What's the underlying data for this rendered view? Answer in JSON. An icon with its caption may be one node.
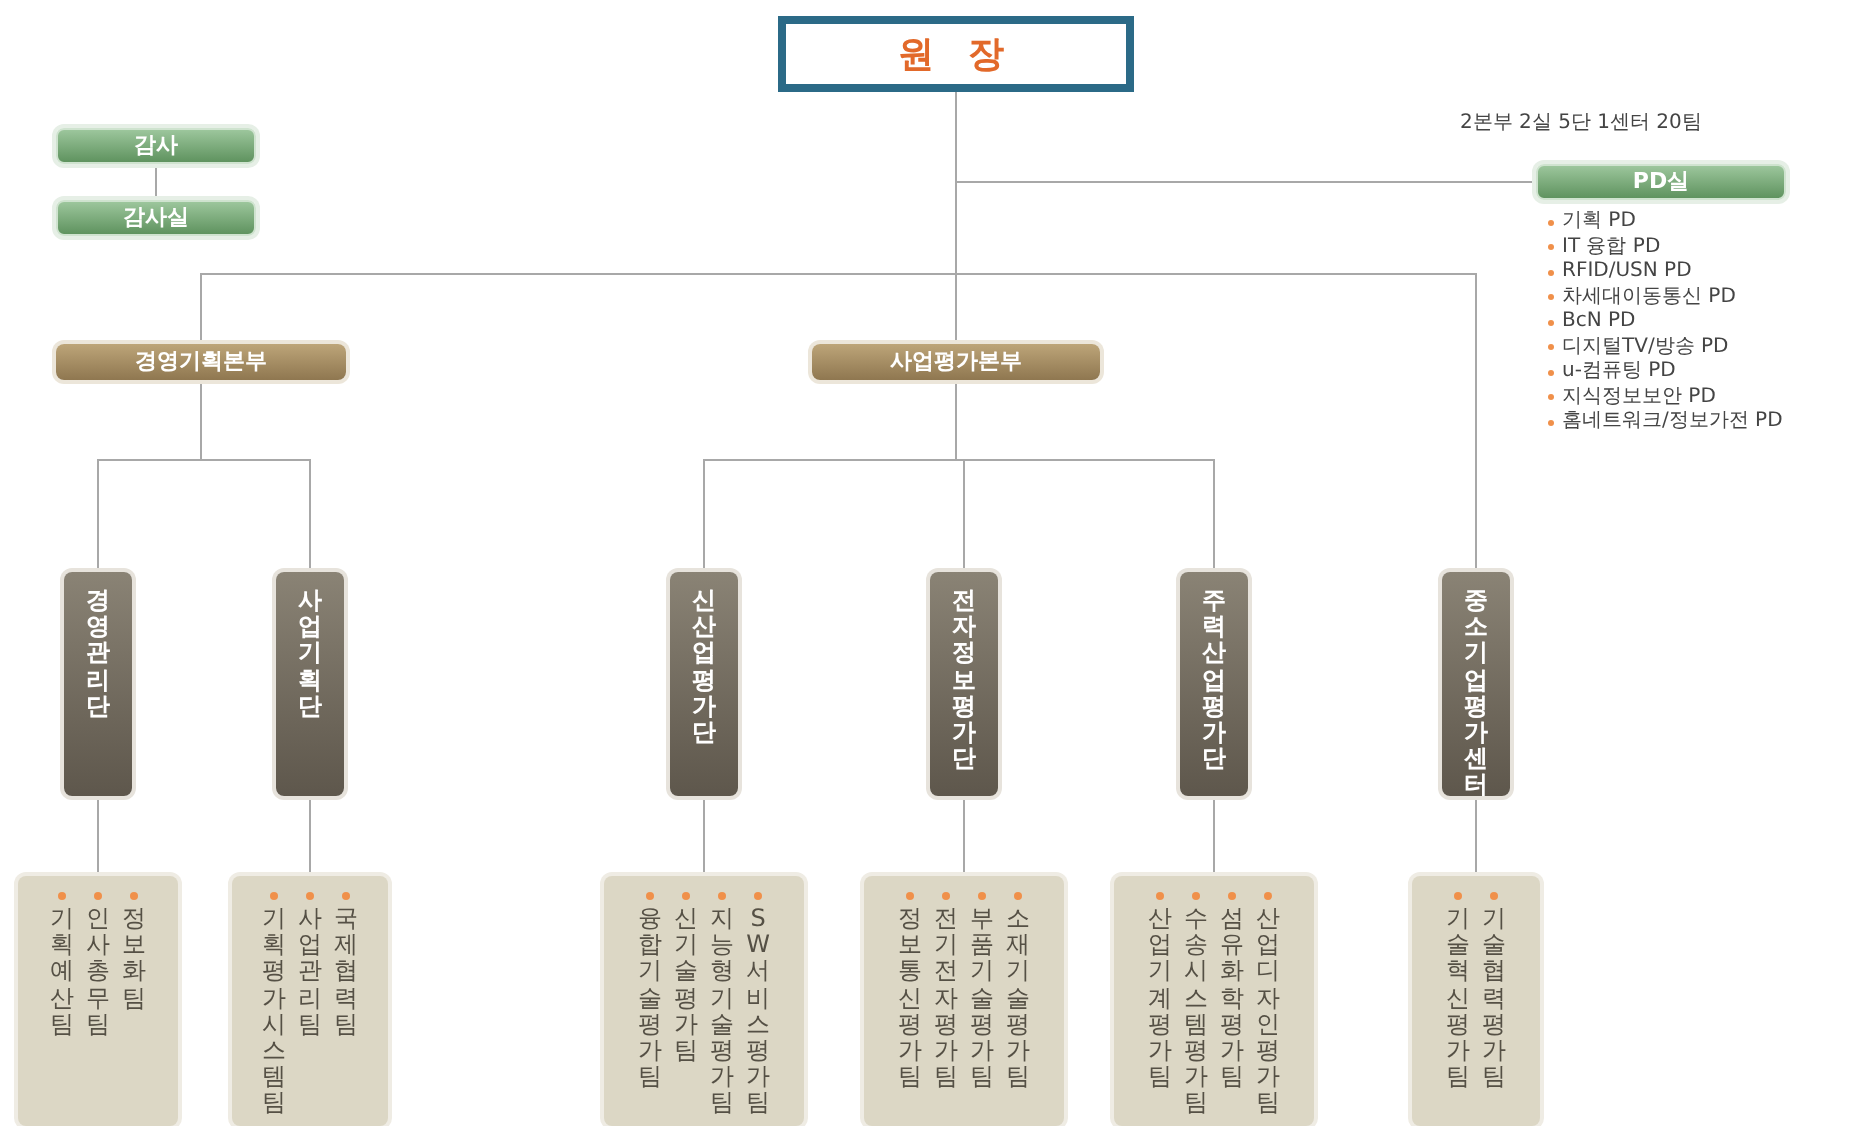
{
  "diagram": {
    "nodes": [
      {
        "text": [
          "원 장"
        ]
      },
      {
        "text": [
          "감사"
        ]
      },
      {
        "text": [
          "감사실"
        ]
      },
      {
        "text": [
          "PD실"
        ],
        "beside": [
          "기획 PD",
          "IT 융합 PD",
          "RFID/USN PD",
          "차세대이동통신 PD",
          "BcN PD",
          "디지털TV/방송 PD",
          "u-컴퓨팅 PD",
          "지식정보보안 PD",
          "홈네트워크/정보가전 PD"
        ]
      },
      {
        "text": [
          "경영기획본부"
        ]
      },
      {
        "text": [
          "사업평가본부"
        ]
      },
      {
        "text": [
          "경영관리단"
        ]
      },
      {
        "text": [
          "사업기획단"
        ]
      },
      {
        "text": [
          "신산업평가단"
        ]
      },
      {
        "text": [
          "전자정보평가단"
        ]
      },
      {
        "text": [
          "주력산업평가단"
        ]
      },
      {
        "text": [
          "중소기업평가센터"
        ]
      },
      {
        "text": [
          "기획예산팀",
          "인사총무팀",
          "정보화팀"
        ]
      },
      {
        "text": [
          "기획평가시스템팀",
          "사업관리팀",
          "국제협력팀"
        ]
      },
      {
        "text": [
          "융합기술평가팀",
          "신기술평가팀",
          "지능형기술평가팀",
          "SW서비스평가팀"
        ]
      },
      {
        "text": [
          "정보통신평가팀",
          "전기전자평가팀",
          "부품기술평가팀",
          "소재기술평가팀"
        ]
      },
      {
        "text": [
          "산업기계평가팀",
          "수송시스템평가팀",
          "섬유화학평가팀",
          "산업디자인평가팀"
        ]
      },
      {
        "text": [
          "기술혁신평가팀",
          "기술협력평가팀"
        ]
      }
    ],
    "edges": [
      {
        "from": 0,
        "to": 3,
        "arrow": "none"
      },
      {
        "from": 0,
        "to": 4,
        "arrow": "none"
      },
      {
        "from": 0,
        "to": 5,
        "arrow": "none"
      },
      {
        "from": 0,
        "to": 11,
        "arrow": "none"
      },
      {
        "from": 1,
        "to": 2,
        "arrow": "none"
      },
      {
        "from": 4,
        "to": 6,
        "arrow": "none"
      },
      {
        "from": 4,
        "to": 7,
        "arrow": "none"
      },
      {
        "from": 5,
        "to": 8,
        "arrow": "none"
      },
      {
        "from": 5,
        "to": 9,
        "arrow": "none"
      },
      {
        "from": 5,
        "to": 10,
        "arrow": "none"
      },
      {
        "from": 6,
        "to": 12,
        "arrow": "none"
      },
      {
        "from": 7,
        "to": 13,
        "arrow": "none"
      },
      {
        "from": 8,
        "to": 14,
        "arrow": "none"
      },
      {
        "from": 9,
        "to": 15,
        "arrow": "none"
      },
      {
        "from": 10,
        "to": 16,
        "arrow": "none"
      },
      {
        "from": 11,
        "to": 17,
        "arrow": "none"
      }
    ],
    "labels": [
      "2본부 2실 5단 1센터 20팀"
    ]
  }
}
